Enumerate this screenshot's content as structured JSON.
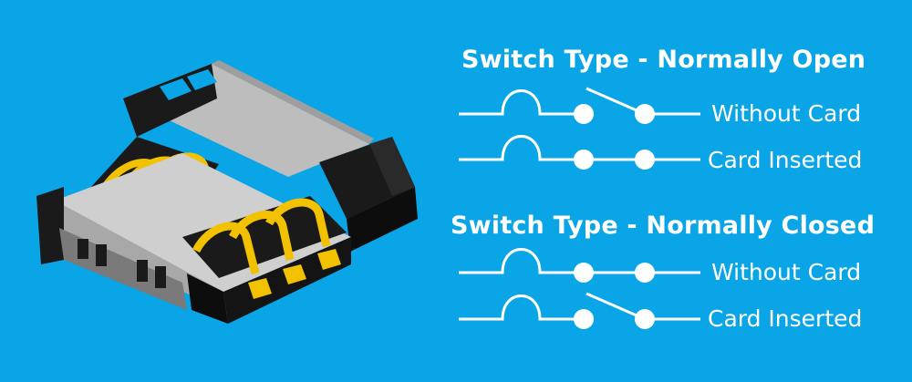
{
  "colors": {
    "background": "#0aa5e6",
    "line": "#ffffff",
    "contact_gold": "#f2c200",
    "housing_black": "#141414",
    "shield_gray": "#c9c9c9"
  },
  "sections": [
    {
      "title": "Switch Type - Normally Open",
      "rows": [
        {
          "label": "Without Card",
          "state": "open"
        },
        {
          "label": "Card Inserted",
          "state": "closed"
        }
      ]
    },
    {
      "title": "Switch Type - Normally Closed",
      "rows": [
        {
          "label": "Without Card",
          "state": "closed"
        },
        {
          "label": "Card Inserted",
          "state": "open"
        }
      ]
    }
  ],
  "illustration": {
    "icon": "sim-card-connector-icon"
  }
}
